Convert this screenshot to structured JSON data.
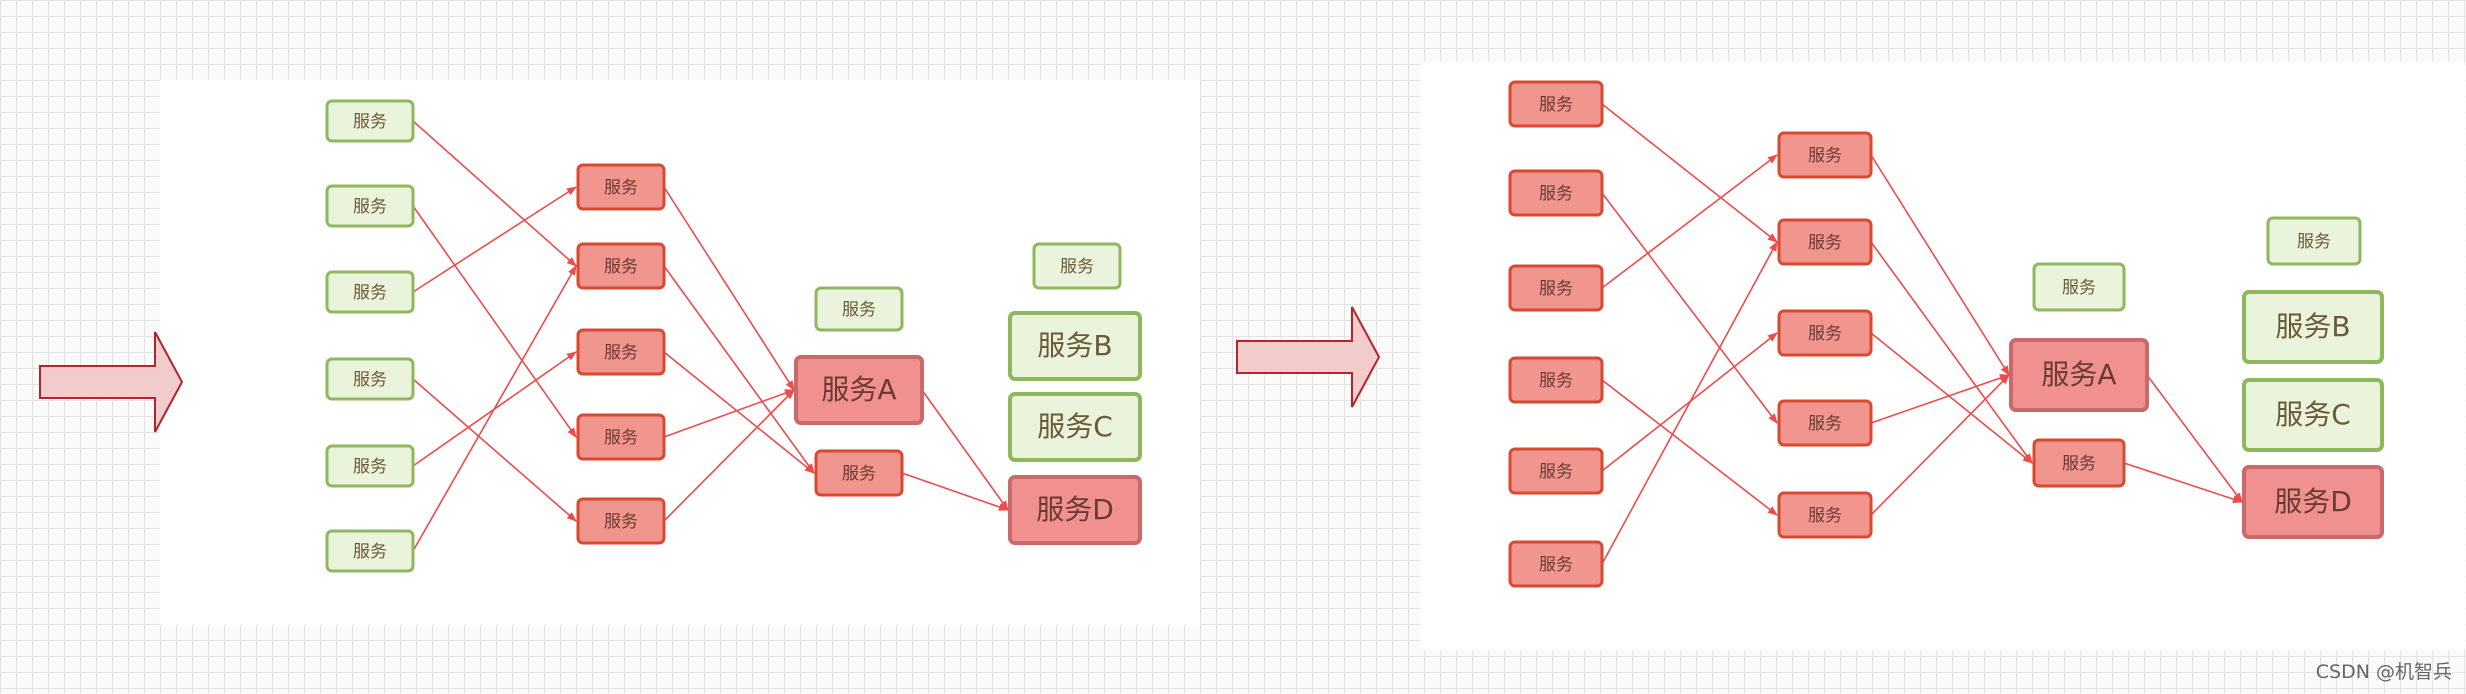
{
  "diagram": {
    "before": {
      "sources": [
        "服务",
        "服务",
        "服务",
        "服务",
        "服务",
        "服务"
      ],
      "mids": [
        "服务",
        "服务",
        "服务",
        "服务",
        "服务"
      ],
      "service_small": "服务",
      "service_a": "服务A",
      "service_lower": "服务",
      "right_small": "服务",
      "service_b": "服务B",
      "service_c": "服务C",
      "service_d": "服务D"
    },
    "after": {
      "sources": [
        "服务",
        "服务",
        "服务",
        "服务",
        "服务",
        "服务"
      ],
      "mids": [
        "服务",
        "服务",
        "服务",
        "服务",
        "服务"
      ],
      "service_small": "服务",
      "service_a": "服务A",
      "service_lower": "服务",
      "right_small": "服务",
      "service_b": "服务B",
      "service_c": "服务C",
      "service_d": "服务D"
    }
  },
  "colors": {
    "healthy_fill": "#eaf3dc",
    "healthy_stroke": "#8db85c",
    "failing_fill": "#f1968f",
    "failing_stroke": "#d9482f",
    "critical_fill": "#f09090",
    "critical_stroke": "#c86a6a",
    "edge": "#ee4b4b",
    "arrow_fill": "#f2cbcd",
    "arrow_stroke": "#b5242c",
    "panel": "#ffffff"
  },
  "watermark": "CSDN @机智兵"
}
